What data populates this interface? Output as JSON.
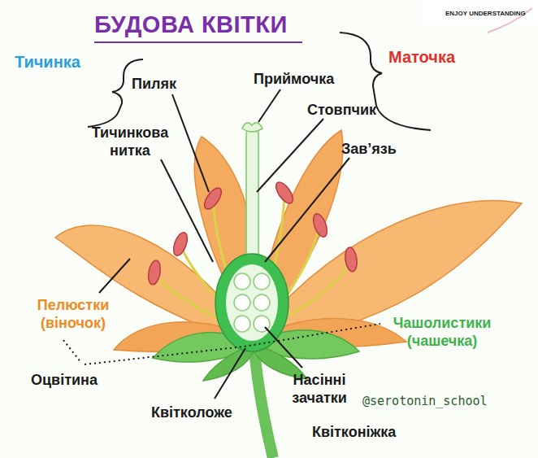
{
  "diagram": {
    "title": "БУДОВА КВІТКИ",
    "labels": [
      "Тичинка",
      "Пиляк",
      "Приймочка",
      "Маточка",
      "Стовпчик",
      "Тичинкова нитка",
      "Зав’язь",
      "Пелюстки (віночок)",
      "Чашолистики (чашечка)",
      "Оцвітина",
      "Насінні зачатки",
      "Квітколоже",
      "@serotonin_school",
      "Квітконіжка",
      "ENJOY UNDERSTANDING"
    ]
  }
}
